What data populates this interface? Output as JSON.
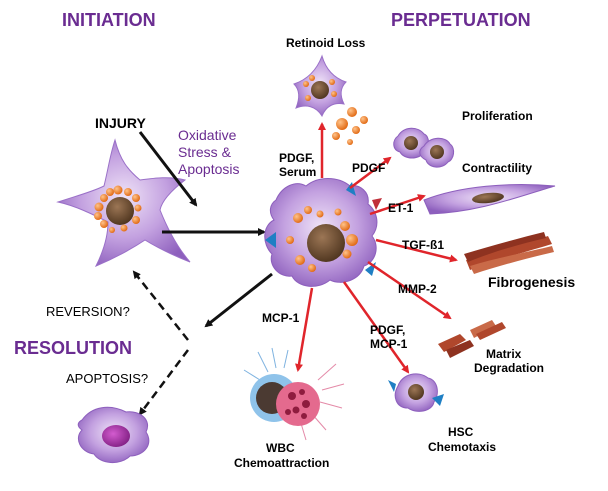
{
  "headers": {
    "initiation": "INITIATION",
    "perpetuation": "PERPETUATION",
    "resolution": "RESOLUTION"
  },
  "labels": {
    "injury": "INJURY",
    "oxidative_1": "Oxidative",
    "oxidative_2": "Stress &",
    "oxidative_3": "Apoptosis",
    "reversion": "REVERSION?",
    "apoptosis": "APOPTOSIS?",
    "retinoid_loss": "Retinoid Loss",
    "pdgf_serum_1": "PDGF,",
    "pdgf_serum_2": "Serum",
    "pdgf": "PDGF",
    "proliferation": "Proliferation",
    "et1": "ET-1",
    "contractility": "Contractility",
    "tgfb1": "TGF-ß1",
    "fibrogenesis": "Fibrogenesis",
    "mmp2": "MMP-2",
    "matrix_1": "Matrix",
    "matrix_2": "Degradation",
    "pdgf_mcp_1": "PDGF,",
    "pdgf_mcp_2": "MCP-1",
    "hsc_1": "HSC",
    "hsc_2": "Chemotaxis",
    "mcp1": "MCP-1",
    "wbc_1": "WBC",
    "wbc_2": "Chemoattraction"
  },
  "colors": {
    "header": "#6a2c91",
    "cell_body": "#b48cd6",
    "cell_light": "#d9c5ec",
    "nucleus": "#6b4a2e",
    "droplet": "#f07a1c",
    "red_arrow": "#e0252b",
    "black_arrow": "#111111",
    "fiber": "#b0472c",
    "receptor_blue": "#1f7fc4",
    "receptor_red": "#c0303a"
  }
}
